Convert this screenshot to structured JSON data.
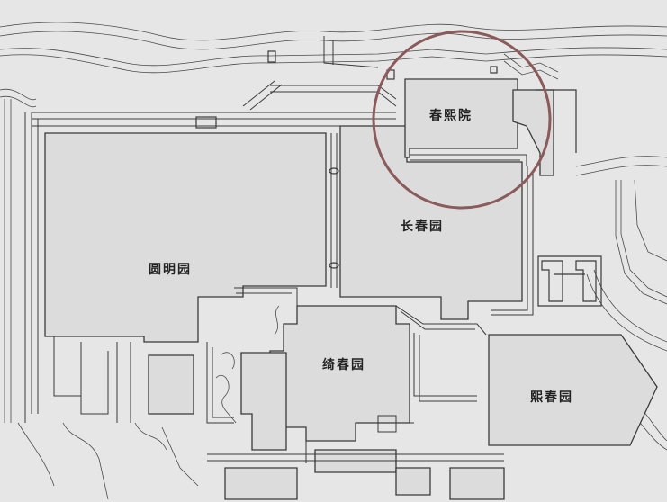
{
  "map": {
    "labels": {
      "yuanmingyuan": "圆明园",
      "changchunyuan": "长春园",
      "qichunyuan": "绮春园",
      "xichunyuan": "熙春园",
      "chunxiyuan": "春熙院"
    },
    "colors": {
      "background": "#e6e6e6",
      "area_fill": "#dcdcdc",
      "line": "#3a3a3a",
      "highlight_circle": "#8b5a5a"
    },
    "highlight": {
      "target": "春熙院",
      "shape": "circle"
    }
  }
}
